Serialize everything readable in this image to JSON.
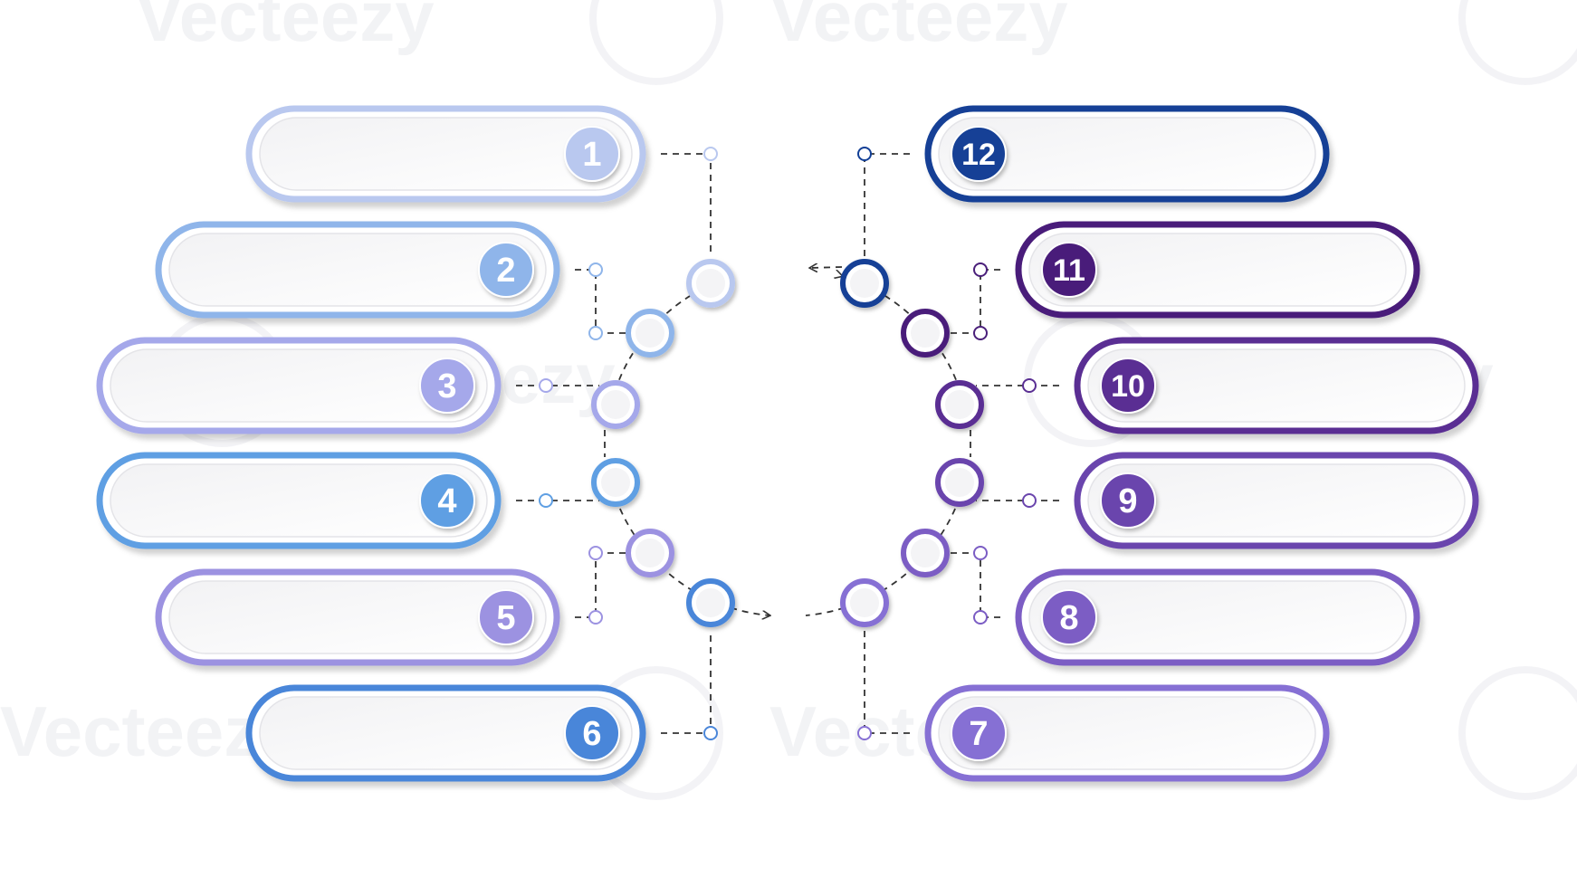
{
  "diagram": {
    "watermark": "Vecteezy",
    "steps": [
      {
        "number": "1",
        "color": "#b9c8ef"
      },
      {
        "number": "2",
        "color": "#8fb5ea"
      },
      {
        "number": "3",
        "color": "#a5a8ea"
      },
      {
        "number": "4",
        "color": "#5f9fe3"
      },
      {
        "number": "5",
        "color": "#9c92e1"
      },
      {
        "number": "6",
        "color": "#4a86d9"
      },
      {
        "number": "7",
        "color": "#8670d4"
      },
      {
        "number": "8",
        "color": "#7b5dc4"
      },
      {
        "number": "9",
        "color": "#6a45ad"
      },
      {
        "number": "10",
        "color": "#5a2f93"
      },
      {
        "number": "11",
        "color": "#4a1f7a"
      },
      {
        "number": "12",
        "color": "#123f96"
      }
    ]
  }
}
